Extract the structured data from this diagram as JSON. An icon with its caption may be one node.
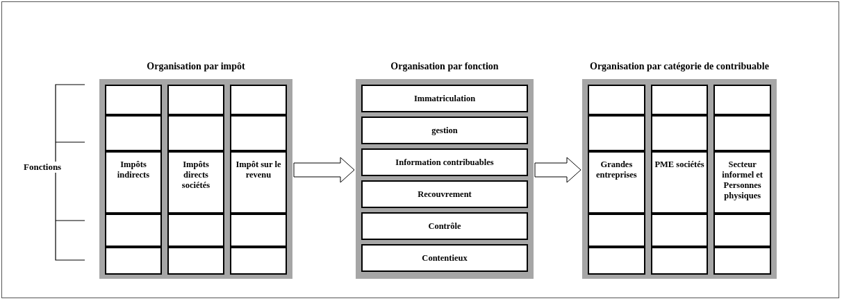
{
  "diagram": {
    "nodes": [
      {
        "text": [
          "Organisation par impôt"
        ]
      },
      {
        "text": [],
        "shape": "box",
        "in": 0
      },
      {
        "text": [],
        "shape": "box",
        "in": 0
      },
      {
        "text": [],
        "shape": "box",
        "in": 0
      },
      {
        "text": [],
        "shape": "box",
        "in": 0
      },
      {
        "text": [],
        "shape": "box",
        "in": 0
      },
      {
        "text": [],
        "shape": "box",
        "in": 0
      },
      {
        "text": [
          "Impôts indirects"
        ],
        "in": 0
      },
      {
        "text": [
          "Impôts directs sociétés"
        ],
        "in": 0
      },
      {
        "text": [
          "Impôt sur le revenu"
        ],
        "in": 0
      },
      {
        "text": [],
        "shape": "box",
        "in": 0
      },
      {
        "text": [],
        "shape": "box",
        "in": 0
      },
      {
        "text": [],
        "shape": "box",
        "in": 0
      },
      {
        "text": [],
        "shape": "box",
        "in": 0
      },
      {
        "text": [],
        "shape": "box",
        "in": 0
      },
      {
        "text": [],
        "shape": "box",
        "in": 0
      },
      {
        "text": [
          "Organisation par fonction"
        ]
      },
      {
        "text": [
          "Immatriculation"
        ],
        "in": 16
      },
      {
        "text": [
          "gestion"
        ],
        "in": 16
      },
      {
        "text": [
          "Information contribuables"
        ],
        "in": 16
      },
      {
        "text": [
          "Recouvrement"
        ],
        "in": 16
      },
      {
        "text": [
          "Contrôle"
        ],
        "in": 16
      },
      {
        "text": [
          "Contentieux"
        ],
        "in": 16
      },
      {
        "text": [
          "Organisation par catégorie de contribuable"
        ]
      },
      {
        "text": [],
        "shape": "box",
        "in": 23
      },
      {
        "text": [],
        "shape": "box",
        "in": 23
      },
      {
        "text": [],
        "shape": "box",
        "in": 23
      },
      {
        "text": [],
        "shape": "box",
        "in": 23
      },
      {
        "text": [],
        "shape": "box",
        "in": 23
      },
      {
        "text": [],
        "shape": "box",
        "in": 23
      },
      {
        "text": [
          "Grandes entreprises"
        ],
        "in": 23
      },
      {
        "text": [
          "PME sociétés"
        ],
        "in": 23
      },
      {
        "text": [
          "Secteur informel et Personnes physiques"
        ],
        "in": 23
      },
      {
        "text": [],
        "shape": "box",
        "in": 23
      },
      {
        "text": [],
        "shape": "box",
        "in": 23
      },
      {
        "text": [],
        "shape": "box",
        "in": 23
      },
      {
        "text": [],
        "shape": "box",
        "in": 23
      },
      {
        "text": [],
        "shape": "box",
        "in": 23
      },
      {
        "text": [],
        "shape": "box",
        "in": 23
      }
    ],
    "edges": [
      {
        "from": 0,
        "to": 16,
        "arrow": "to"
      },
      {
        "from": 16,
        "to": 23,
        "arrow": "to"
      }
    ],
    "labels": [
      "Fonctions"
    ]
  }
}
